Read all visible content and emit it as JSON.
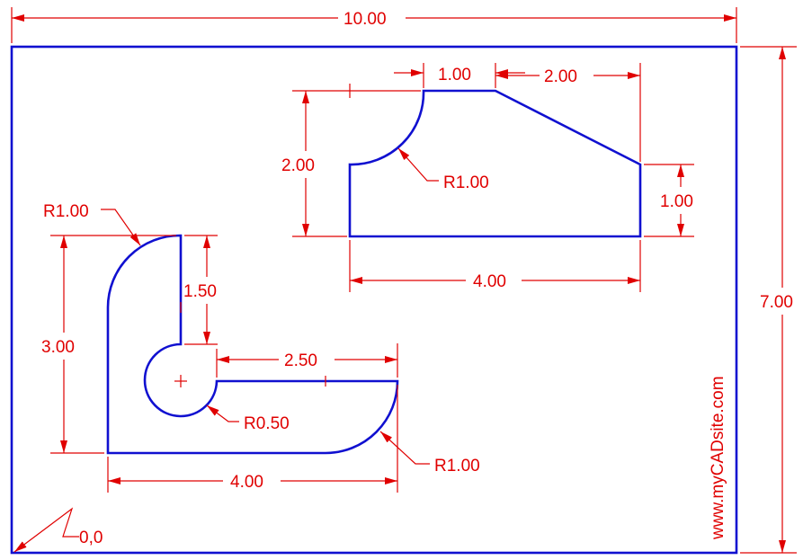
{
  "drawing": {
    "overall_width": "10.00",
    "overall_height": "7.00",
    "origin": "0,0",
    "watermark": "www.myCADsite.com",
    "top_part": {
      "dim_top_flat": "1.00",
      "dim_top_slope": "2.00",
      "dim_height": "2.00",
      "dim_right_height": "1.00",
      "dim_width": "4.00",
      "radius": "R1.00"
    },
    "bottom_part": {
      "radius_top": "R1.00",
      "dim_slot_depth": "1.50",
      "dim_height": "3.00",
      "dim_tab_length": "2.50",
      "radius_small": "R0.50",
      "radius_bottom": "R1.00",
      "dim_width": "4.00"
    },
    "colors": {
      "geometry": "#1010d0",
      "dimensions": "#e00000",
      "background": "#ffffff"
    }
  }
}
